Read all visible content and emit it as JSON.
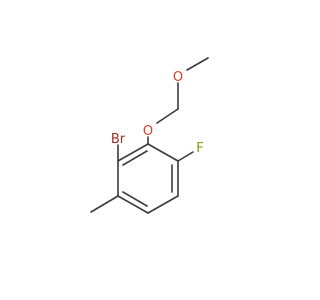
{
  "molecule": {
    "atoms": {
      "oxygen_ether": {
        "label": "O",
        "color": "#e03c2c"
      },
      "oxygen_methoxy": {
        "label": "O",
        "color": "#e03c2c"
      },
      "bromine": {
        "label": "Br",
        "color": "#a52a2a"
      },
      "fluorine": {
        "label": "F",
        "color": "#8a9a0c"
      }
    },
    "bond_color": "#3b3b3b"
  }
}
